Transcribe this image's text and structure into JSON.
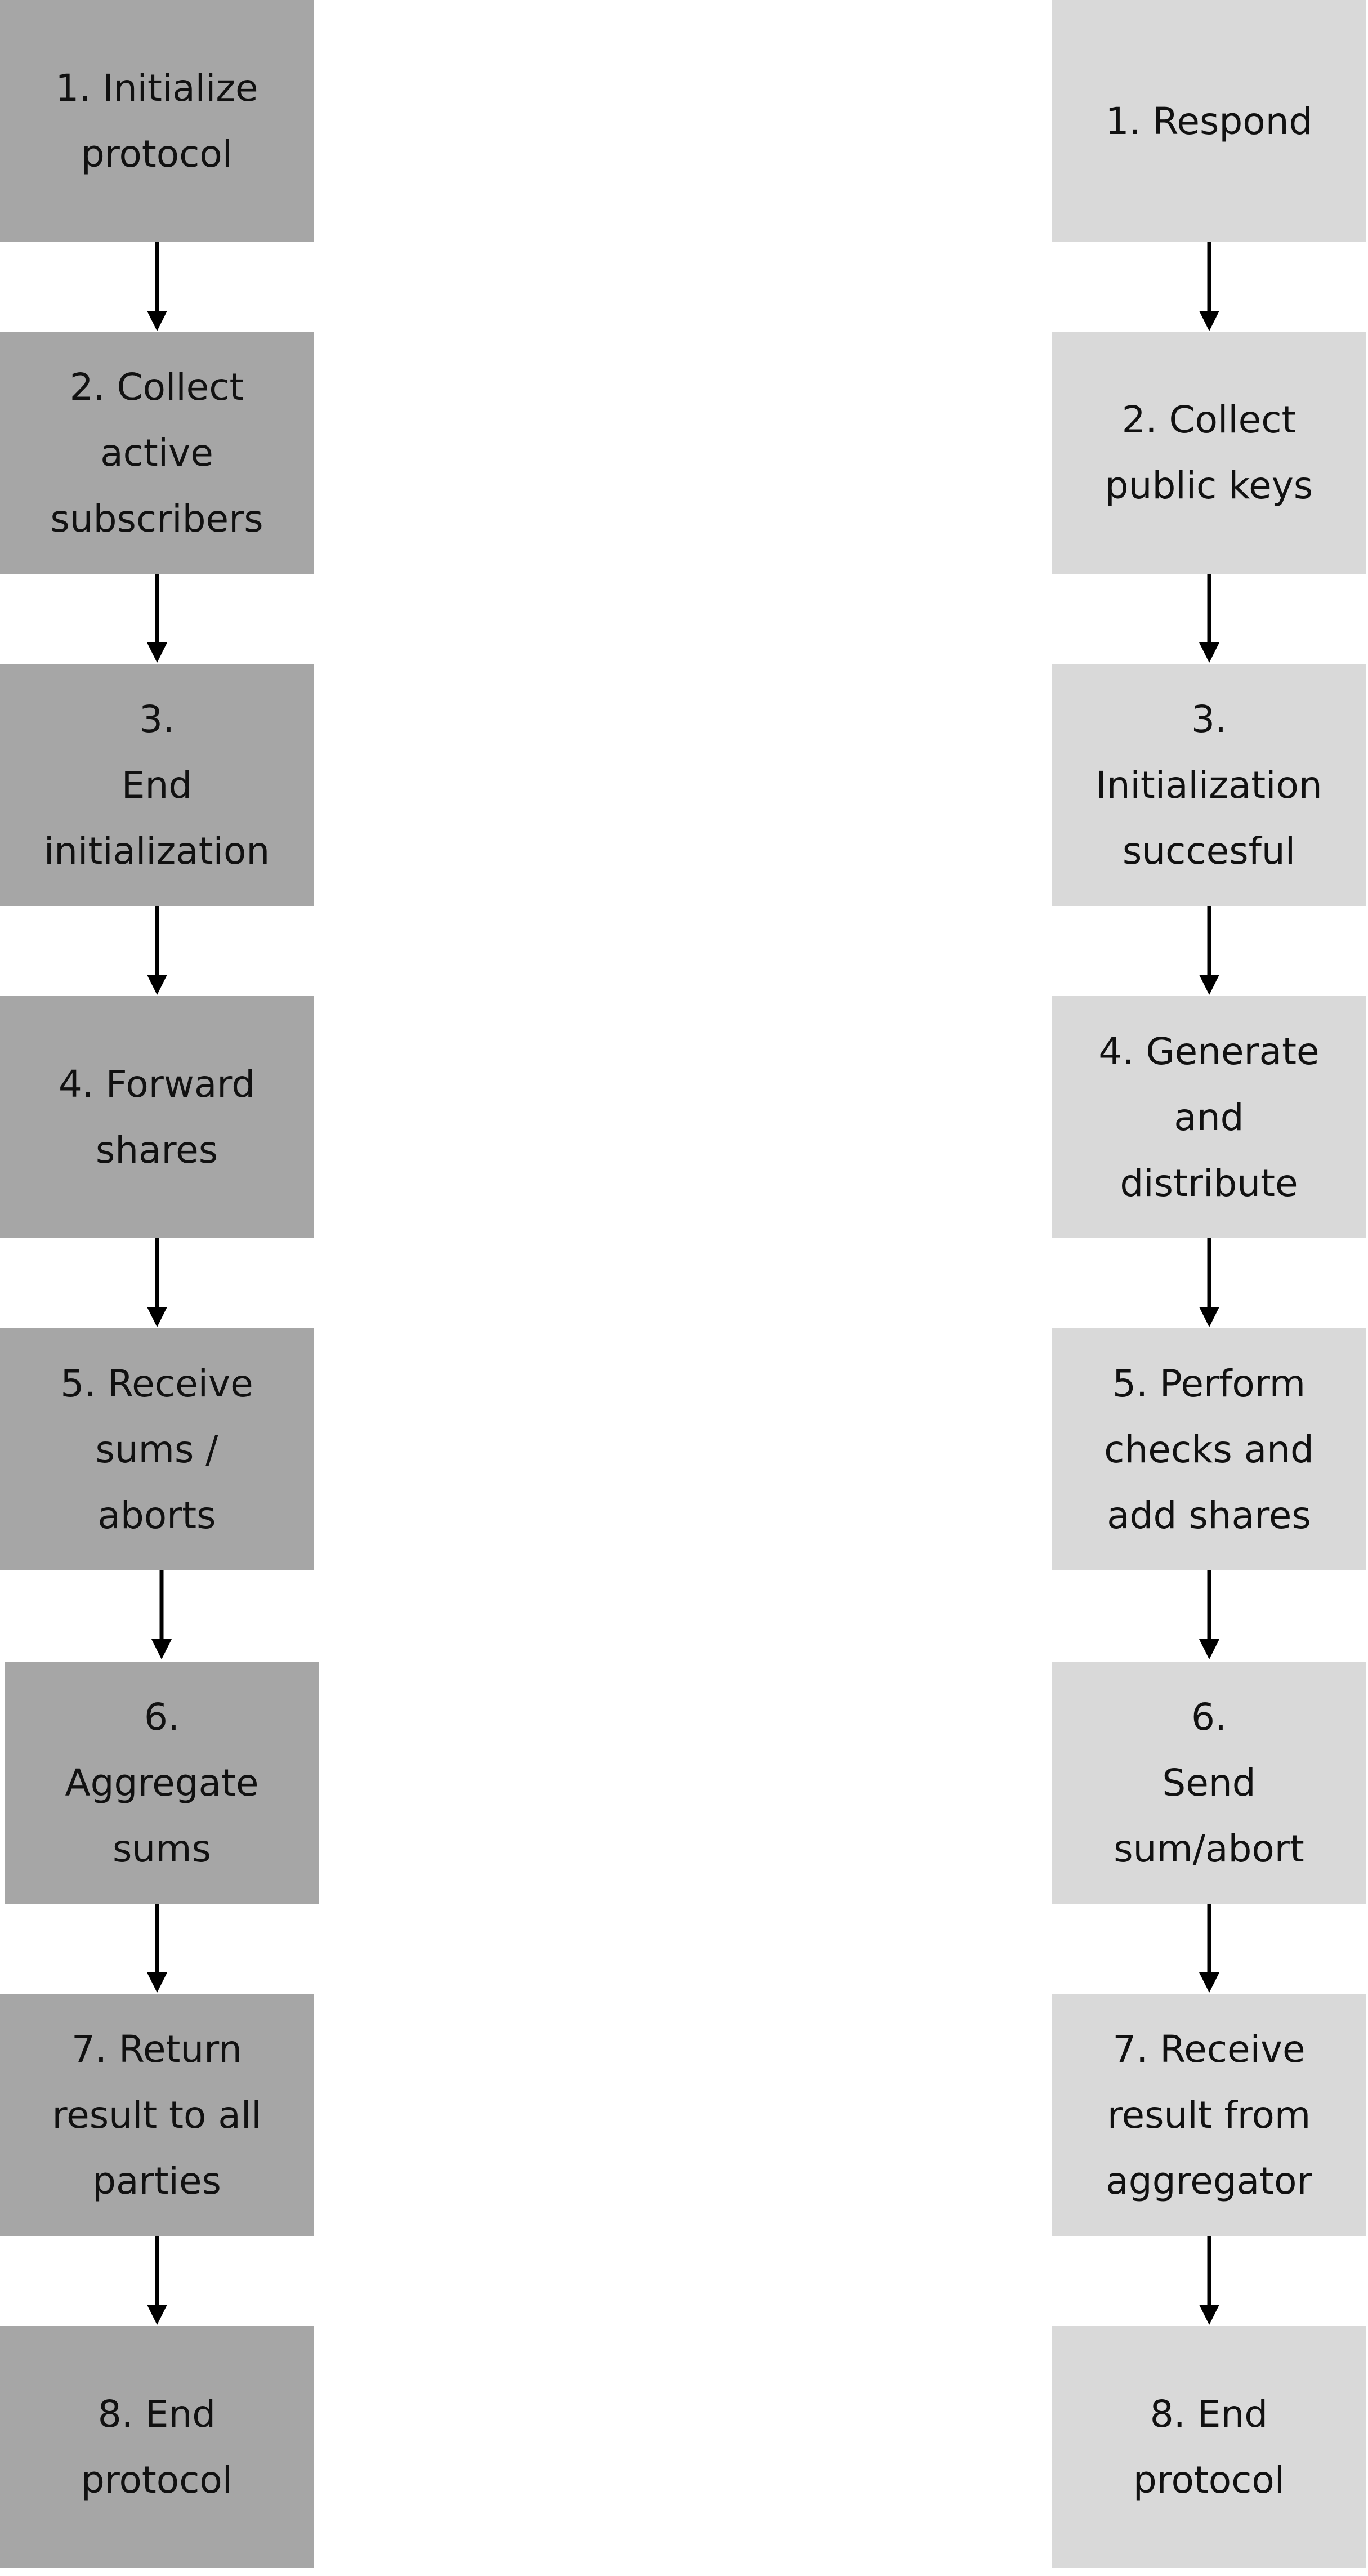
{
  "colors": {
    "left_box": "#a6a6a6",
    "right_box": "#d9d9d9",
    "arrow": "#000000",
    "text": "#111111"
  },
  "left_steps": [
    {
      "label": "1. Initialize\nprotocol"
    },
    {
      "label": "2. Collect\nactive\nsubscribers"
    },
    {
      "label": "3.\nEnd\ninitialization"
    },
    {
      "label": "4. Forward\nshares"
    },
    {
      "label": "5. Receive\nsums /\naborts"
    },
    {
      "label": "6.\nAggregate\nsums"
    },
    {
      "label": "7. Return\nresult to all\nparties"
    },
    {
      "label": "8. End\nprotocol"
    }
  ],
  "right_steps": [
    {
      "label": "1. Respond"
    },
    {
      "label": "2. Collect\npublic keys"
    },
    {
      "label": "3.\nInitialization\nsuccesful"
    },
    {
      "label": "4. Generate\nand\ndistribute"
    },
    {
      "label": "5. Perform\nchecks and\nadd shares"
    },
    {
      "label": "6.\nSend\nsum/abort"
    },
    {
      "label": "7. Receive\nresult from\naggregator"
    },
    {
      "label": "8. End\nprotocol"
    }
  ]
}
